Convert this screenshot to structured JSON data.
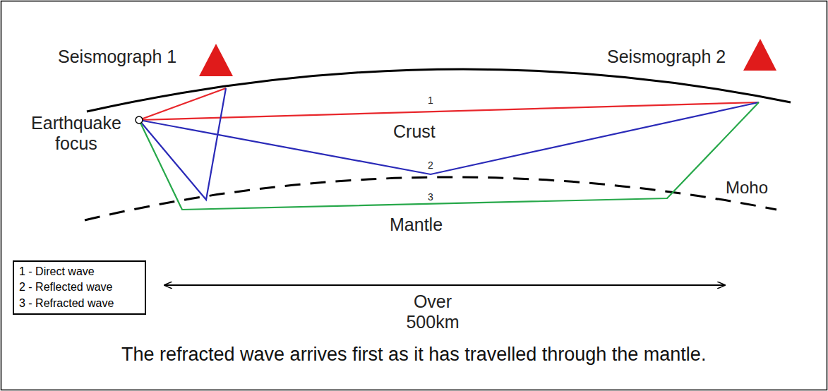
{
  "diagram": {
    "caption": "The refracted wave arrives first as it has travelled through the mantle.",
    "nodes": [
      {
        "text": [
          "1 - Direct wave",
          "2 - Reflected wave",
          "3 - Refracted wave"
        ]
      }
    ],
    "labels": [
      "Seismograph 1",
      "Seismograph 2",
      "Earthquake focus",
      "1",
      "Crust",
      "2",
      "3",
      "Moho",
      "Mantle",
      "Over 500km"
    ]
  }
}
